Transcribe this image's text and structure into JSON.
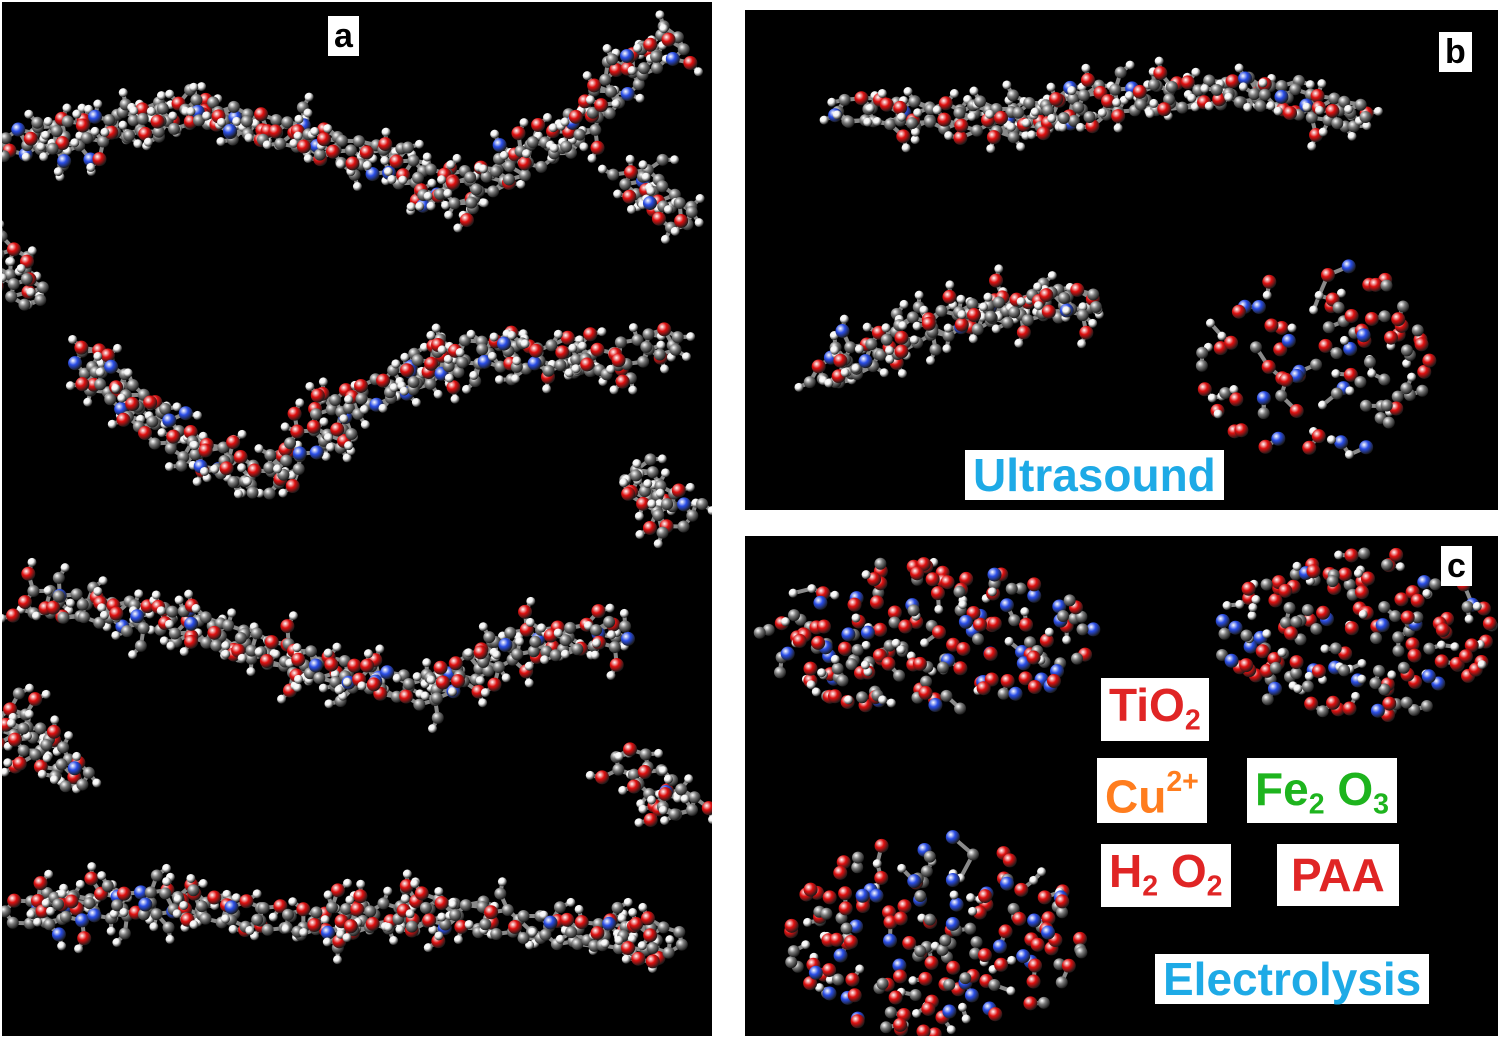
{
  "panels": {
    "a": {
      "label": "a"
    },
    "b": {
      "label": "b",
      "caption": "Ultrasound"
    },
    "c": {
      "label": "c",
      "caption": "Electrolysis",
      "tio2": {
        "base": "TiO",
        "sub": "2"
      },
      "cu": {
        "base": "Cu",
        "sup": "2+"
      },
      "fe2o3": {
        "el1": "Fe",
        "sub1": "2",
        "el2": "O",
        "sub2": "3"
      },
      "h2o2": {
        "el1": "H",
        "sub1": "2",
        "el2": "O",
        "sub2": "2"
      },
      "paa": {
        "text": "PAA"
      }
    }
  },
  "colors": {
    "background": "#000000",
    "carbon": "#7a7a7a",
    "oxygen": "#e01010",
    "nitrogen": "#2a4ee8",
    "hydrogen": "#f2f2f2",
    "caption_blue": "#1eaae6",
    "red": "#e02525",
    "orange": "#ff7d1e",
    "green": "#1eb41e"
  }
}
